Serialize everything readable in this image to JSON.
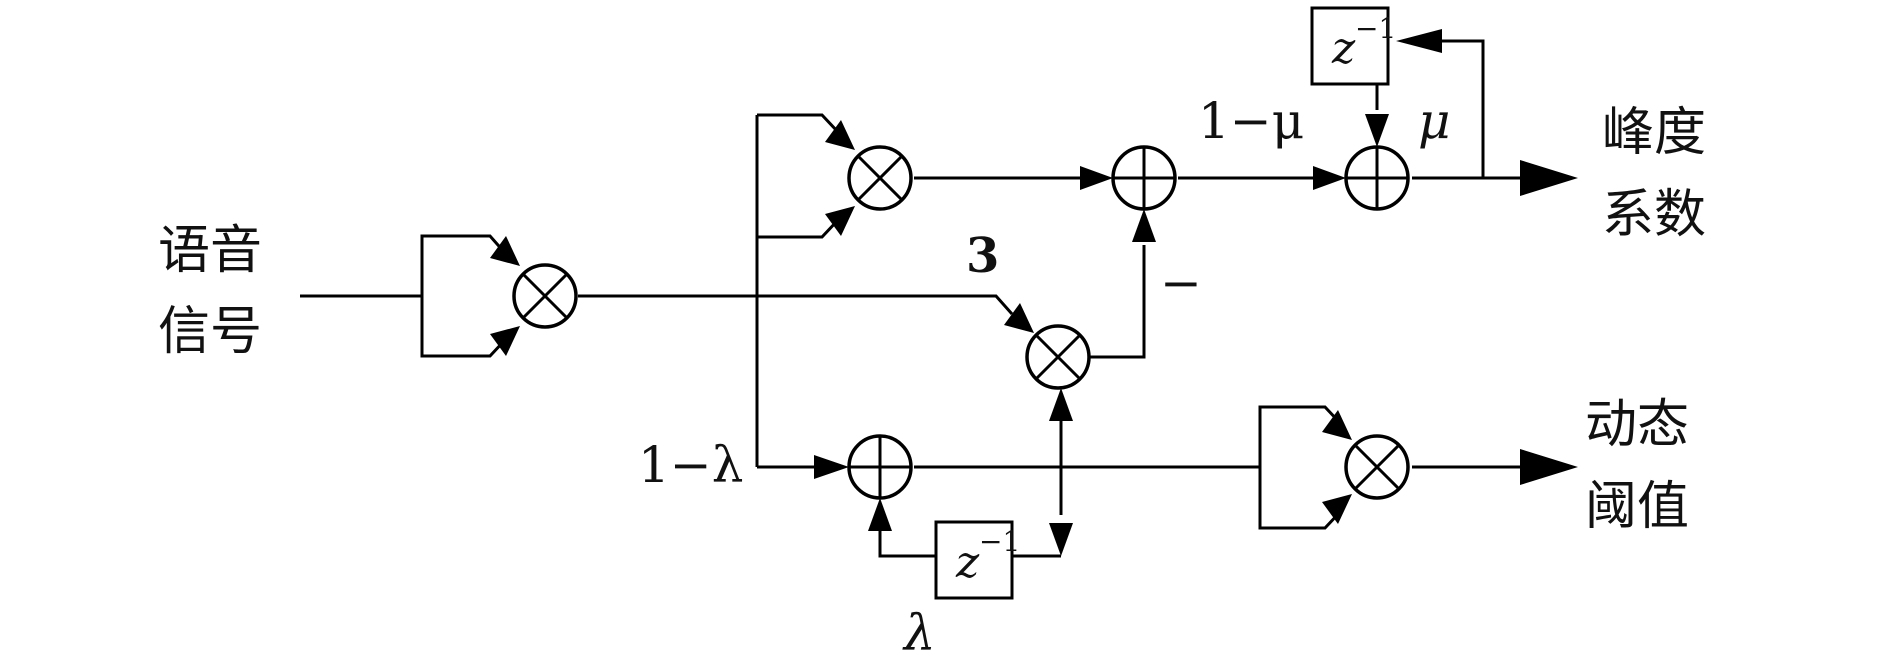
{
  "labels": {
    "speech_signal_line1": "语音",
    "speech_signal_line2": "信号",
    "crest_factor_line1": "峰度",
    "crest_factor_line2": "系数",
    "dynamic_threshold_line1": "动态",
    "dynamic_threshold_line2": "阈值"
  },
  "coefficients": {
    "one_minus_mu": "1−μ",
    "mu": "μ",
    "one_minus_lambda": "1−λ",
    "lambda": "λ",
    "three": "3",
    "minus": "−"
  },
  "delay": {
    "symbol": "z",
    "exponent": "−1"
  }
}
